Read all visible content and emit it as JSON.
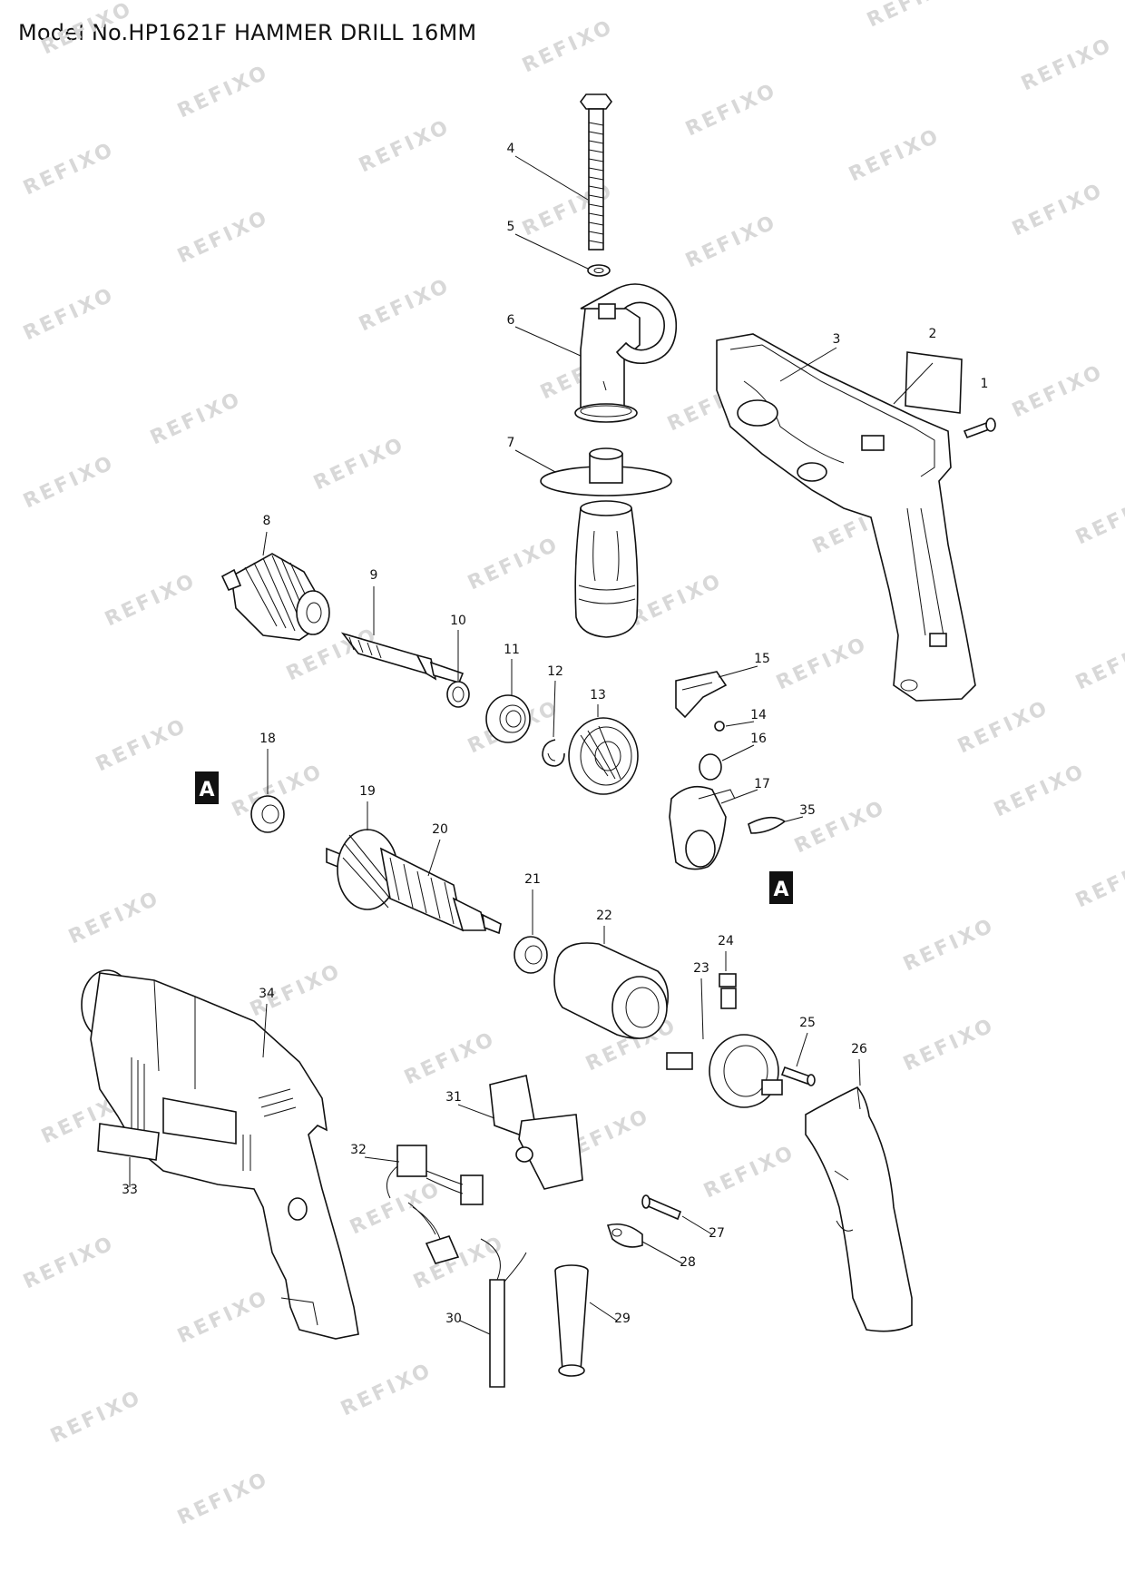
{
  "title": "Model No.HP1621F HAMMER DRILL 16MM",
  "watermark": "REFIXO",
  "reference_marker": "A",
  "part_labels": [
    "1",
    "2",
    "3",
    "4",
    "5",
    "6",
    "7",
    "8",
    "9",
    "10",
    "11",
    "12",
    "13",
    "14",
    "15",
    "16",
    "17",
    "18",
    "19",
    "20",
    "21",
    "22",
    "23",
    "24",
    "25",
    "26",
    "27",
    "28",
    "29",
    "30",
    "31",
    "32",
    "33",
    "34",
    "35"
  ]
}
